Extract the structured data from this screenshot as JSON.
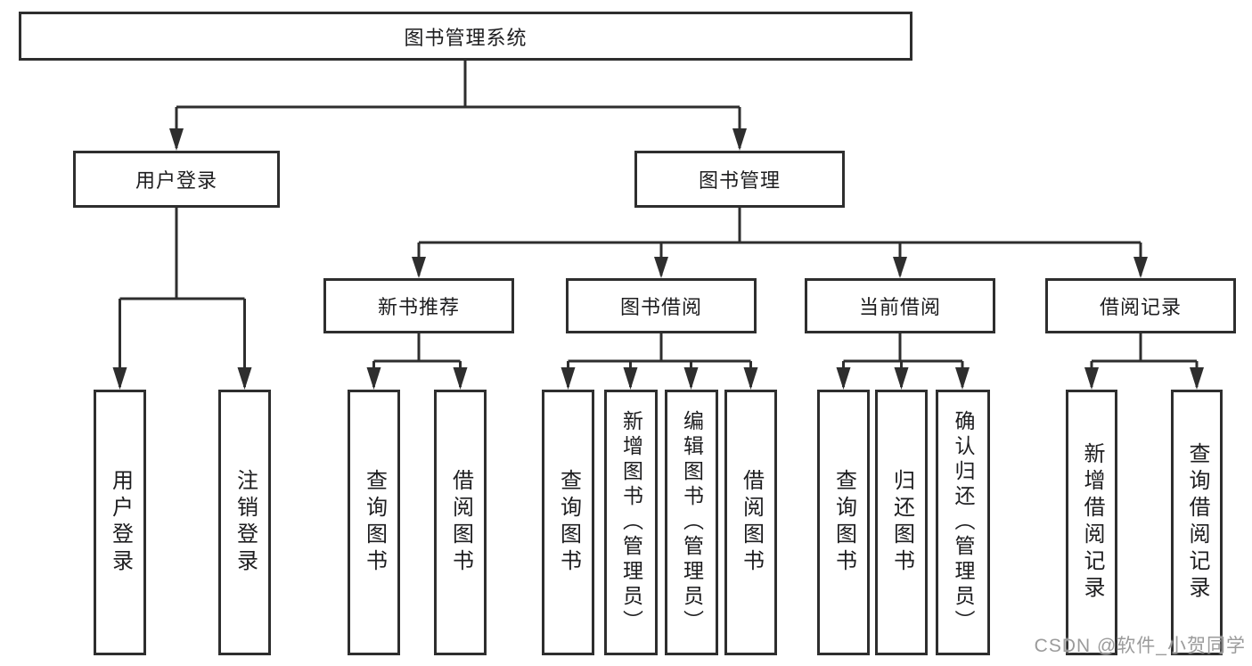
{
  "diagram": {
    "root": {
      "label": "图书管理系统"
    },
    "level2": {
      "user_login": {
        "label": "用户登录"
      },
      "book_mgmt": {
        "label": "图书管理"
      }
    },
    "level3": {
      "new_book": {
        "label": "新书推荐"
      },
      "borrowing": {
        "label": "图书借阅"
      },
      "current": {
        "label": "当前借阅"
      },
      "records": {
        "label": "借阅记录"
      }
    },
    "leaves": {
      "user_login": [
        "用户登录",
        "注销登录"
      ],
      "new_book": [
        "查询图书",
        "借阅图书"
      ],
      "borrowing": [
        "查询图书",
        "新增图书（管理员）",
        "编辑图书（管理员）",
        "借阅图书"
      ],
      "current": [
        "查询图书",
        "归还图书",
        "确认归还（管理员）"
      ],
      "records": [
        "新增借阅记录",
        "查询借阅记录"
      ]
    }
  },
  "watermark": {
    "text": "CSDN @软件_小贺同学"
  },
  "colors": {
    "line": "#2e2e2e",
    "box_border": "#2e2e2e",
    "text": "#1d1d1f",
    "watermark": "#9b9b9b",
    "background": "#ffffff"
  }
}
